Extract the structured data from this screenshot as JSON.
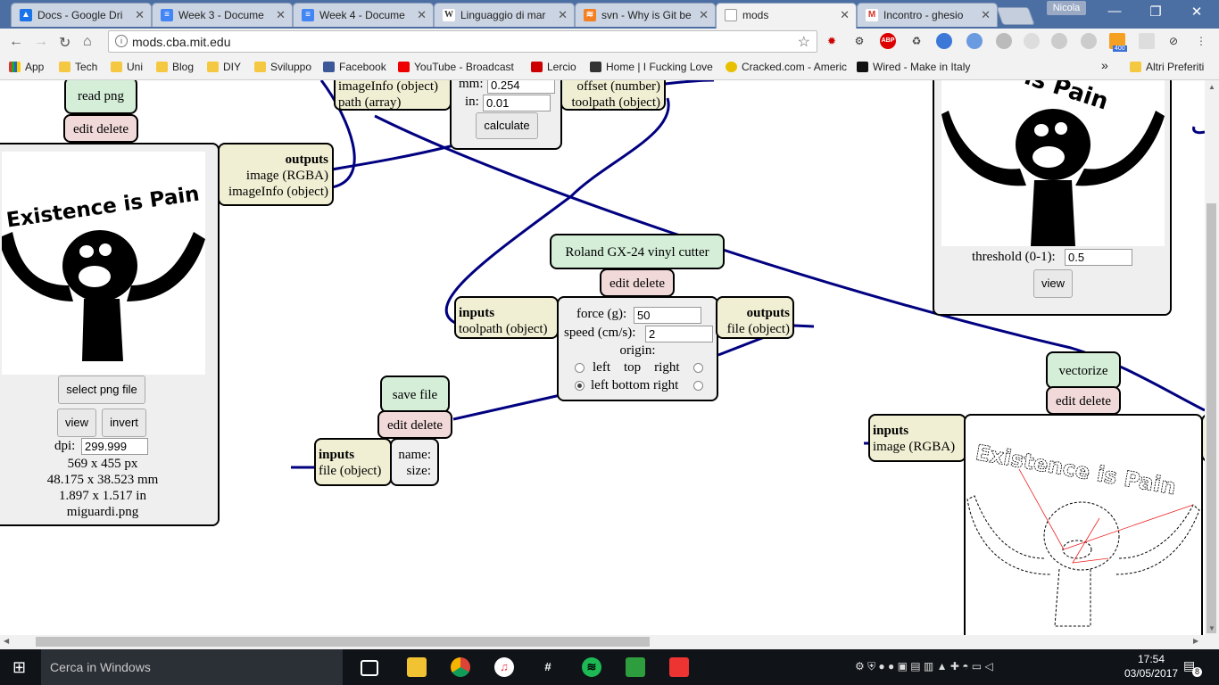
{
  "browser": {
    "tabs": [
      {
        "label": "Docs - Google Dri",
        "icon": "google-drive-icon",
        "color": "#1a73e8"
      },
      {
        "label": "Week 3 - Docume",
        "icon": "google-docs-icon",
        "color": "#4285f4"
      },
      {
        "label": "Week 4 - Docume",
        "icon": "google-docs-icon",
        "color": "#4285f4"
      },
      {
        "label": "Linguaggio di mar",
        "icon": "wikipedia-icon",
        "color": "#333333"
      },
      {
        "label": "svn - Why is Git be",
        "icon": "stackoverflow-icon",
        "color": "#f48024"
      },
      {
        "label": "mods",
        "icon": "page-icon",
        "color": "#888888"
      },
      {
        "label": "Incontro - ghesio",
        "icon": "gmail-icon",
        "color": "#d93025"
      }
    ],
    "profile_name": "Nicola",
    "url": "mods.cba.mit.edu",
    "bookmarks": [
      {
        "label": "App",
        "icon": "apps-grid-icon"
      },
      {
        "label": "Tech",
        "icon": "folder-icon"
      },
      {
        "label": "Uni",
        "icon": "folder-icon"
      },
      {
        "label": "Blog",
        "icon": "folder-icon"
      },
      {
        "label": "DIY",
        "icon": "folder-icon"
      },
      {
        "label": "Sviluppo",
        "icon": "folder-icon"
      },
      {
        "label": "Facebook",
        "icon": "facebook-icon"
      },
      {
        "label": "YouTube - Broadcast",
        "icon": "youtube-icon"
      },
      {
        "label": "Lercio",
        "icon": "lercio-icon"
      },
      {
        "label": "Home | I Fucking Love",
        "icon": "rocket-icon"
      },
      {
        "label": "Cracked.com - Americ",
        "icon": "cracked-icon"
      },
      {
        "label": "Wired - Make in Italy",
        "icon": "wired-icon"
      }
    ],
    "bookmarks_more": "»",
    "bookmarks_other": "Altri Preferiti",
    "ext_badge": "400"
  },
  "mods": {
    "read_png": {
      "title": "read png",
      "edit_delete": "edit delete",
      "outputs_label": "outputs",
      "output1": "image (RGBA)",
      "output2": "imageInfo (object)",
      "image_text": "Existence is Pain",
      "select_button": "select png file",
      "view_button": "view",
      "invert_button": "invert",
      "dpi_label": "dpi:",
      "dpi_value": "299.999",
      "size_px": "569 x 455 px",
      "size_mm": "48.175 x 38.523 mm",
      "size_in": "1.897 x 1.517 in",
      "filename": "miguardi.png"
    },
    "path_module": {
      "input1": "imageInfo (object)",
      "input2": "path (array)",
      "mm_label": "mm:",
      "mm_value": "0.254",
      "in_label": "in:",
      "in_value": "0.01",
      "calculate_button": "calculate",
      "output1": "offset (number)",
      "output2": "toolpath (object)"
    },
    "roland": {
      "title": "Roland GX-24 vinyl cutter",
      "edit_delete": "edit delete",
      "inputs_label": "inputs",
      "input1": "toolpath (object)",
      "force_label": "force (g):",
      "force_value": "50",
      "speed_label": "speed (cm/s):",
      "speed_value": "2",
      "origin_label": "origin:",
      "origin_row1": "left    top    right",
      "origin_row2": "left bottom right",
      "outputs_label": "outputs",
      "output1": "file (object)"
    },
    "save_file": {
      "title": "save file",
      "edit_delete": "edit delete",
      "inputs_label": "inputs",
      "input1": "file (object)",
      "name_label": "name:",
      "size_label": "size:"
    },
    "threshold": {
      "image_text": "Existence is Pain",
      "label": "threshold (0-1):",
      "value": "0.5",
      "view_button": "view"
    },
    "vectorize": {
      "title": "vectorize",
      "edit_delete": "edit delete",
      "inputs_label": "inputs",
      "input1": "image (RGBA)",
      "image_text": "Existence is Pain"
    }
  },
  "taskbar": {
    "search_placeholder": "Cerca in Windows",
    "time": "17:54",
    "date": "03/05/2017",
    "notifications": "8"
  },
  "colors": {
    "wire": "#000080",
    "module_green": "#d4eed8",
    "module_pink": "#f2d9d9",
    "module_yellow": "#f0efd3",
    "module_grey": "#efefef",
    "tabstrip": "#4c6fa3"
  }
}
